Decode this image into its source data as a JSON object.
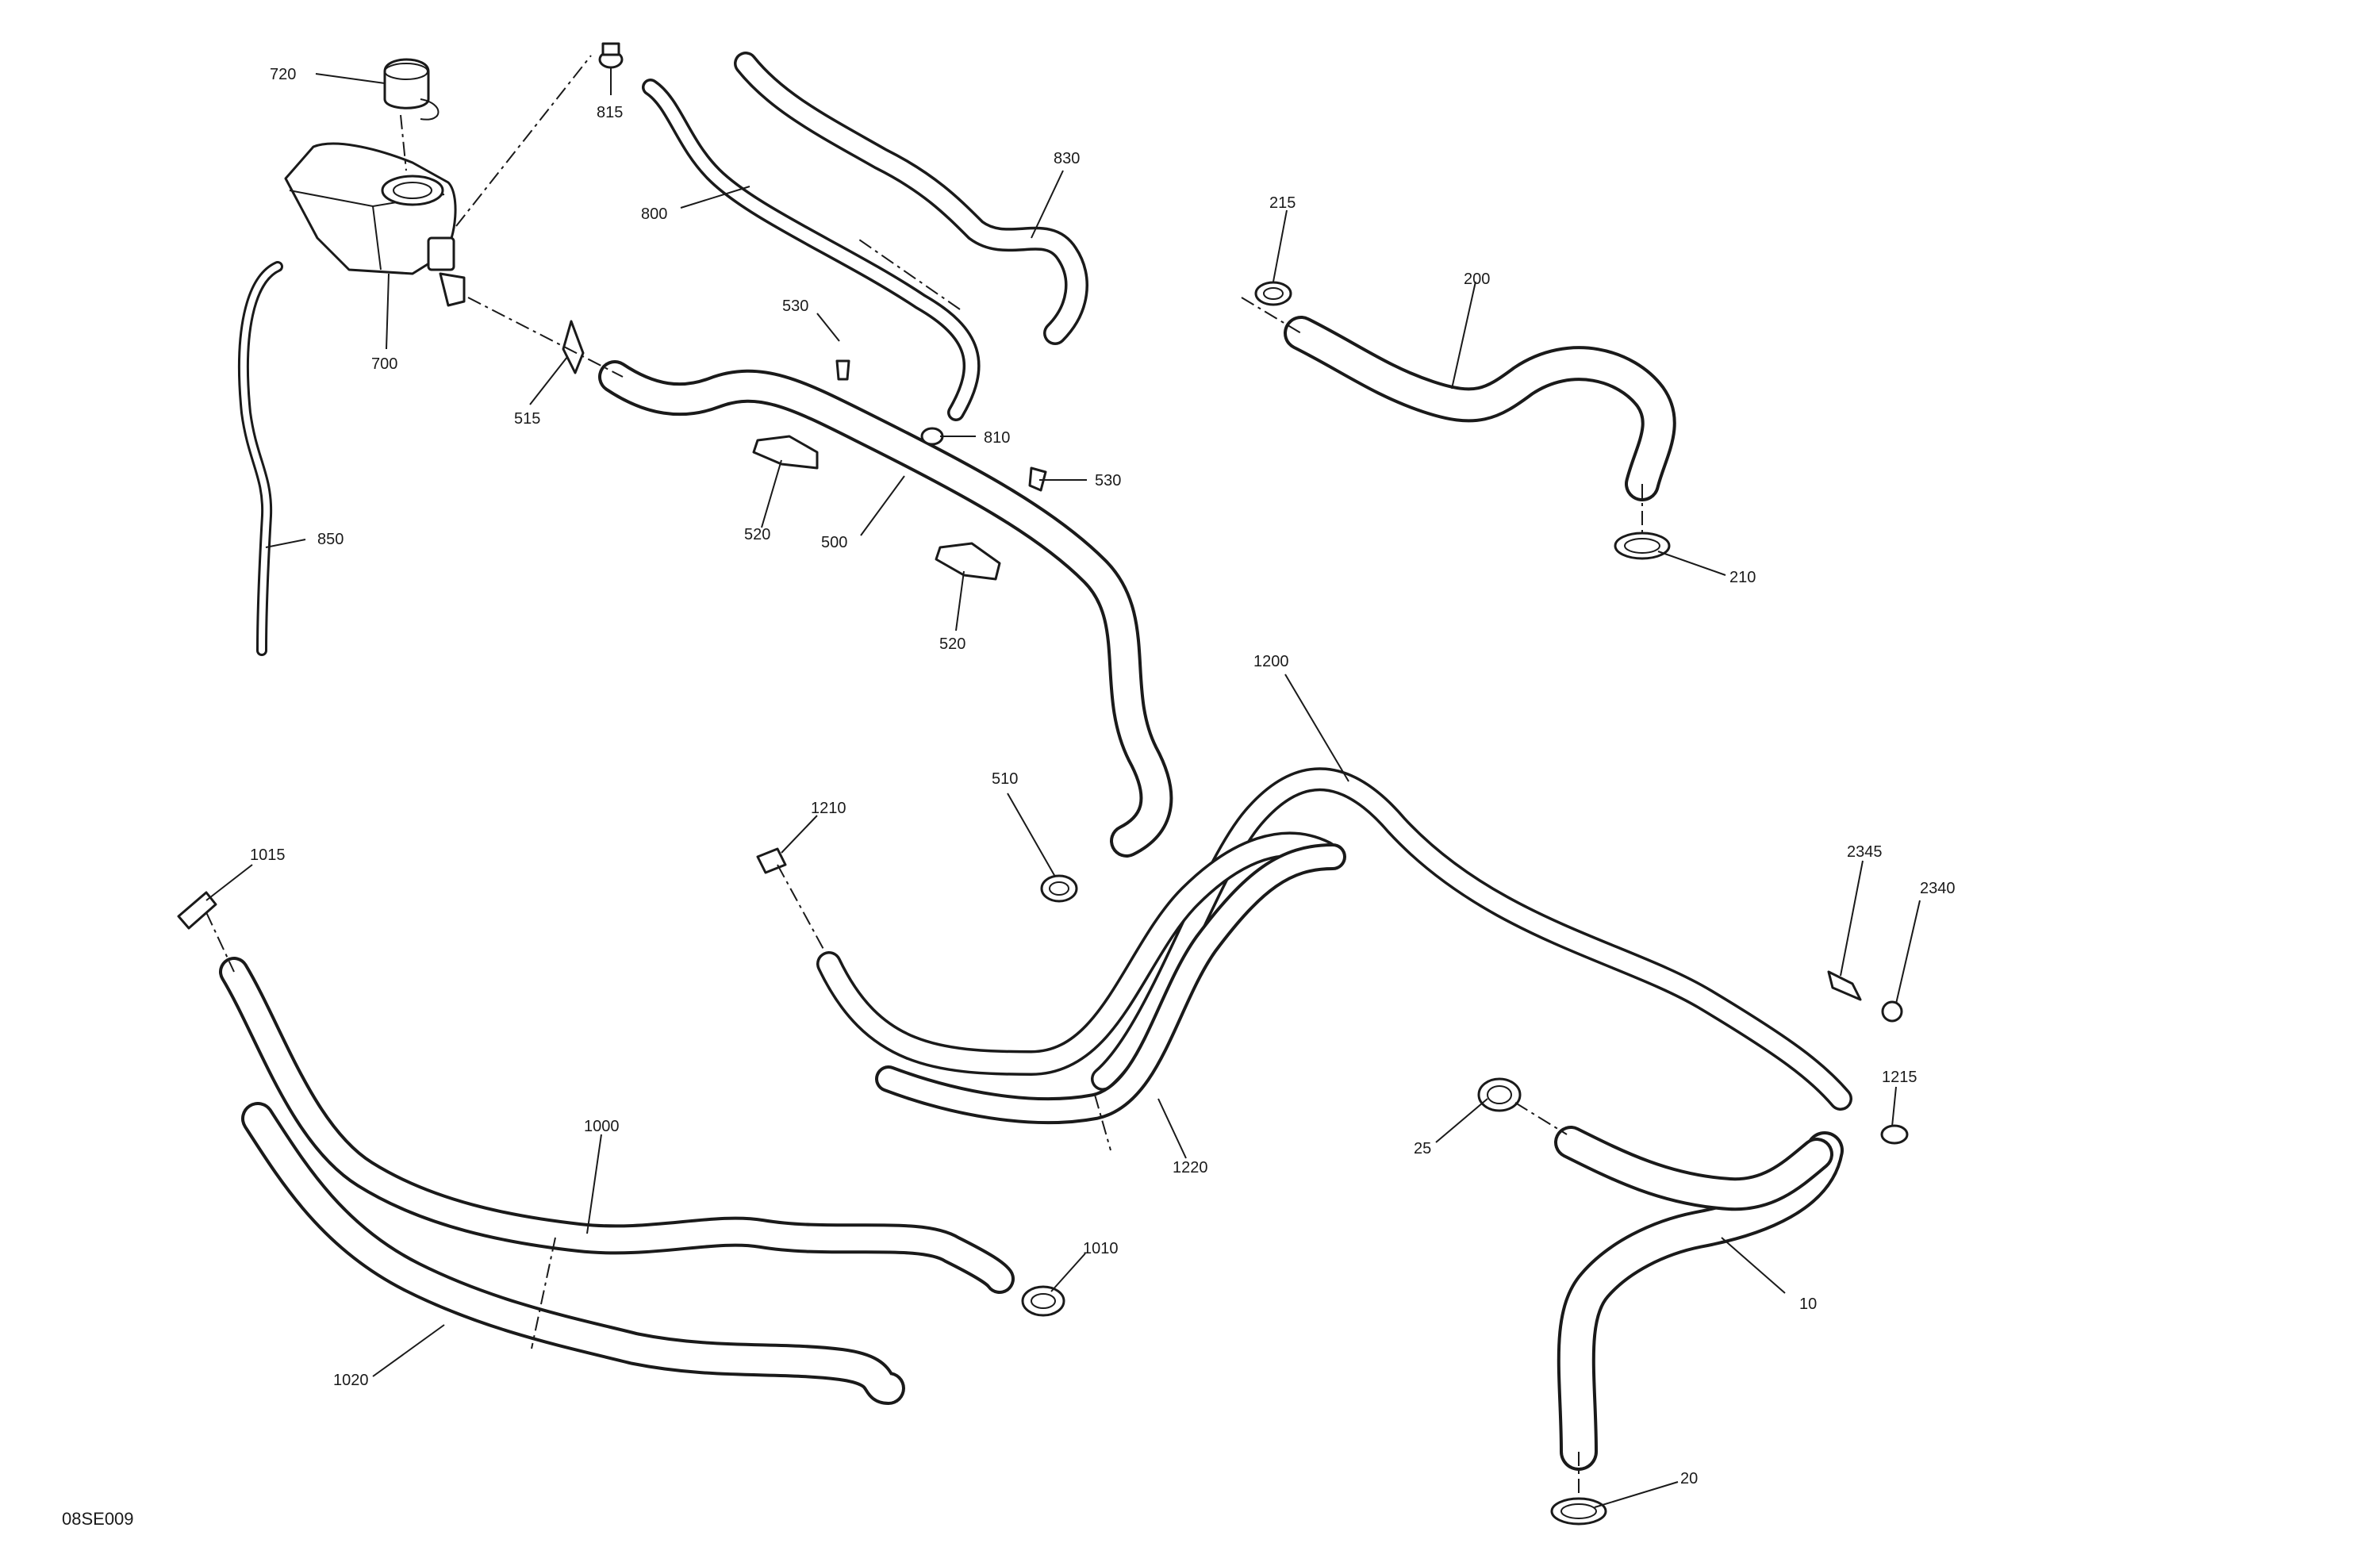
{
  "diagram_code": "08SE009",
  "callouts": [
    {
      "id": "720",
      "text": "720"
    },
    {
      "id": "815",
      "text": "815"
    },
    {
      "id": "830",
      "text": "830"
    },
    {
      "id": "800",
      "text": "800"
    },
    {
      "id": "215",
      "text": "215"
    },
    {
      "id": "200",
      "text": "200"
    },
    {
      "id": "700",
      "text": "700"
    },
    {
      "id": "530a",
      "text": "530"
    },
    {
      "id": "515",
      "text": "515"
    },
    {
      "id": "810",
      "text": "810"
    },
    {
      "id": "530b",
      "text": "530"
    },
    {
      "id": "520a",
      "text": "520"
    },
    {
      "id": "500",
      "text": "500"
    },
    {
      "id": "850",
      "text": "850"
    },
    {
      "id": "210",
      "text": "210"
    },
    {
      "id": "520b",
      "text": "520"
    },
    {
      "id": "1200",
      "text": "1200"
    },
    {
      "id": "510",
      "text": "510"
    },
    {
      "id": "1210",
      "text": "1210"
    },
    {
      "id": "1015",
      "text": "1015"
    },
    {
      "id": "2345",
      "text": "2345"
    },
    {
      "id": "2340",
      "text": "2340"
    },
    {
      "id": "1215",
      "text": "1215"
    },
    {
      "id": "1000",
      "text": "1000"
    },
    {
      "id": "25",
      "text": "25"
    },
    {
      "id": "1220",
      "text": "1220"
    },
    {
      "id": "1010",
      "text": "1010"
    },
    {
      "id": "10",
      "text": "10"
    },
    {
      "id": "1020",
      "text": "1020"
    },
    {
      "id": "20",
      "text": "20"
    }
  ]
}
